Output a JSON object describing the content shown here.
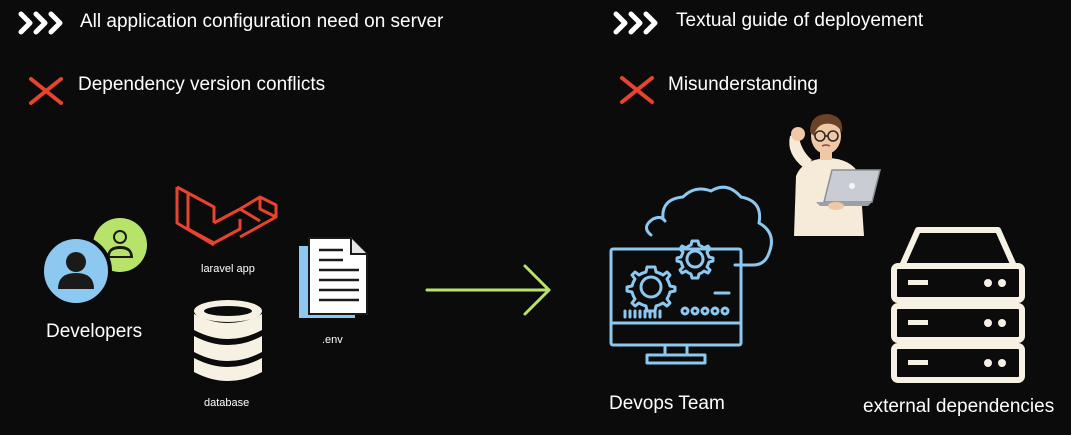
{
  "colors": {
    "background": "#0b0b0b",
    "accent_red": "#e8432e",
    "accent_green": "#b7e36a",
    "accent_blue": "#8cc8f0",
    "server_cream": "#f6f1e3"
  },
  "header": {
    "left_bullet": "All application configuration need  on server",
    "left_issue": "Dependency version conflicts",
    "right_bullet": "Textual guide of deployement",
    "right_issue": "Misunderstanding"
  },
  "developer_side": {
    "developers_label": "Developers",
    "laravel_label": "laravel app",
    "env_label": ".env",
    "database_label": "database"
  },
  "devops_side": {
    "devops_label": "Devops Team",
    "external_label": "external dependencies"
  },
  "icons": {
    "bullet": "triple-chevron-icon",
    "issue": "red-cross-icon",
    "laravel": "laravel-logo-icon",
    "env": "document-icon",
    "database": "database-icon",
    "users": "users-icon",
    "arrow": "right-arrow-icon",
    "devops": "cloud-monitor-gears-icon",
    "person": "confused-person-laptop-icon",
    "server": "server-stack-icon"
  }
}
